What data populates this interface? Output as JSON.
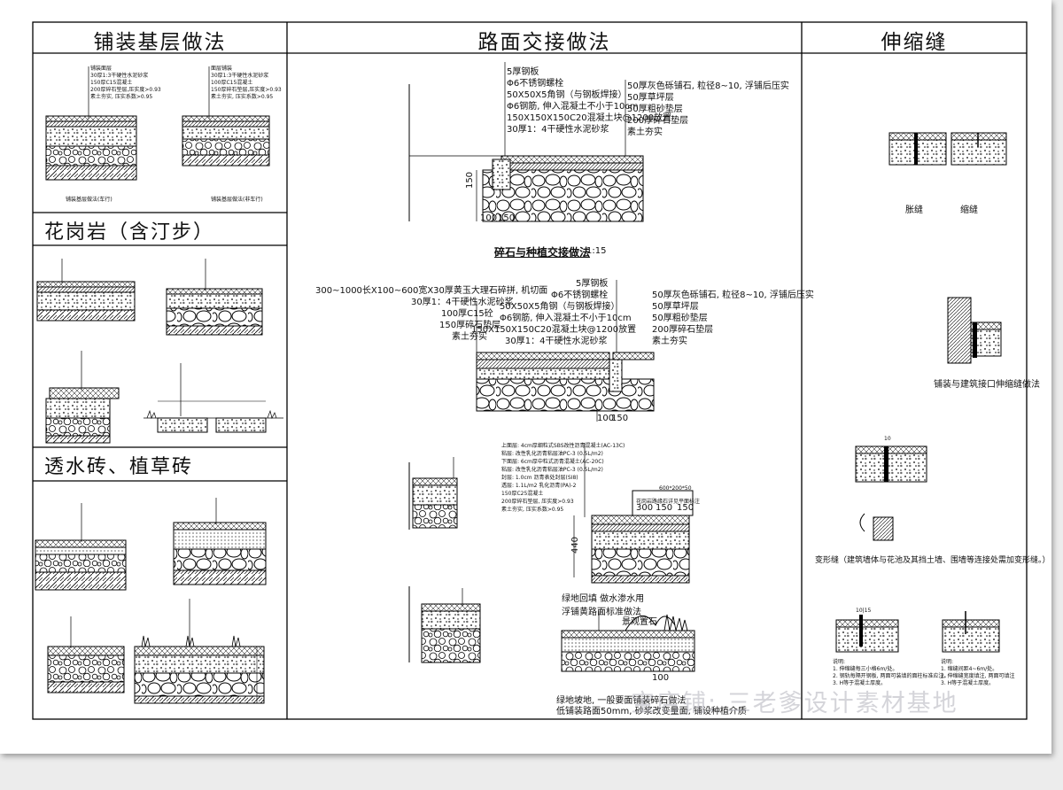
{
  "headers": {
    "col1": "铺装基层做法",
    "col2": "路面交接做法",
    "col3": "伸缩缝"
  },
  "sections": {
    "granite": "花岗岩（含汀步）",
    "permeable": "透水砖、植草砖"
  },
  "col1_top": {
    "left_labels": [
      "铺装面层",
      "30厚1:3干硬性水泥砂浆",
      "150厚C15混凝土",
      "200厚碎石垫层,压实度>0.93",
      "素土夯实, 压实系数>0.95"
    ],
    "right_labels": [
      "面层铺装",
      "30厚1:3干硬性水泥砂浆",
      "100厚C15混凝土",
      "150厚碎石垫层,压实度>0.93",
      "素土夯实, 压实系数>0.95"
    ],
    "left_caption": "铺装基层做法(车行)",
    "right_caption": "铺装基层做法(非车行)"
  },
  "col2_a": {
    "left_labels": [
      "5厚钢板",
      "Φ6不锈钢螺栓",
      "50X50X5角钢（与钢板焊接）",
      "Φ6钢筋, 伸入混凝土不小于10cm",
      "150X150X150C20混凝土块@1200放置",
      "30厚1：4干硬性水泥砂浆"
    ],
    "right_labels": [
      "50厚灰色砾铺石, 粒径8~10, 浮铺后压实",
      "50厚草坪层",
      "50厚粗砂垫层",
      "200厚碎石垫层",
      "素土夯实"
    ],
    "dims": [
      "150",
      "100",
      "150"
    ],
    "caption": "碎石与种植交接做法",
    "scale": "1:15"
  },
  "col2_b": {
    "left_labels": [
      "300~1000长X100~600宽X30厚黄玉大理石碎拼, 机切面",
      "30厚1：4干硬性水泥砂浆",
      "100厚C15砼",
      "150厚碎石垫层",
      "素土夯实"
    ],
    "mid_labels": [
      "5厚钢板",
      "Φ6不锈钢螺栓",
      "50X50X5角钢（与钢板焊接）",
      "Φ6钢筋, 伸入混凝土不小于10cm",
      "150X150X150C20混凝土块@1200放置",
      "30厚1：4干硬性水泥砂浆"
    ],
    "right_labels": [
      "50厚灰色砾铺石, 粒径8~10, 浮铺后压实",
      "50厚草坪层",
      "50厚粗砂垫层",
      "200厚碎石垫层",
      "素土夯实"
    ],
    "dims": [
      "100",
      "150"
    ]
  },
  "col2_c": {
    "labels": [
      "上面层: 4cm厚细粒式SBS改性沥青混凝土(AC-13C)",
      "粘层: 改性乳化沥青粘层油PC-3 (0.5L/m2)",
      "下面层: 6cm厚中粒式沥青混凝土(AC-20C)",
      "粘层: 改性乳化沥青粘层油PC-3 (0.5L/m2)",
      "封层: 1.0cm 沥青表处封层(SI8)",
      "透层: 1.1L/m2 乳化沥青(PA)-2",
      "150厚C25混凝土",
      "200厚碎石垫层, 压实度>0.93",
      "素土夯实, 压实系数>0.95"
    ],
    "box_top": "600*200*50",
    "dims": [
      "300",
      "150",
      "150",
      "440"
    ],
    "box_label": "花岗岩路缘石详见平面标注"
  },
  "col2_d": {
    "labels": [
      "绿地回填 做水渗水用",
      "浮铺黄路面标准做法"
    ],
    "inner": "景观置石",
    "dim": "100",
    "note1": "绿地坡地, 一般要面铺装碎石做法",
    "note2": "低铺装路面50mm, 砂浆改变量面, 铺设种植介质"
  },
  "col3": {
    "expansion": "胀缝",
    "shrink": "缩缝",
    "building_joint": "铺装与建筑接口伸缩缝做法",
    "deform_note": "变形缝（建筑墙体与花池及其挡土墙、围墙等连接处需加变形缝。）",
    "dim_10": "10",
    "dim_1015": "10|15",
    "notes_left": [
      "说明:",
      "1. 伸缩缝每三小格6m/处。",
      "2. 钢轨每隔开钢板, 两面可装填的面柱标准应注。",
      "3. H等于混凝土厚度。"
    ],
    "notes_right": [
      "说明:",
      "1. 缩缝间距4~6m/处。",
      "2. 伸缩缝宽度填注, 两面可填注",
      "3. H等于混凝土厚度。"
    ]
  },
  "watermark": "宝店铺: 三老爹设计素材基地"
}
